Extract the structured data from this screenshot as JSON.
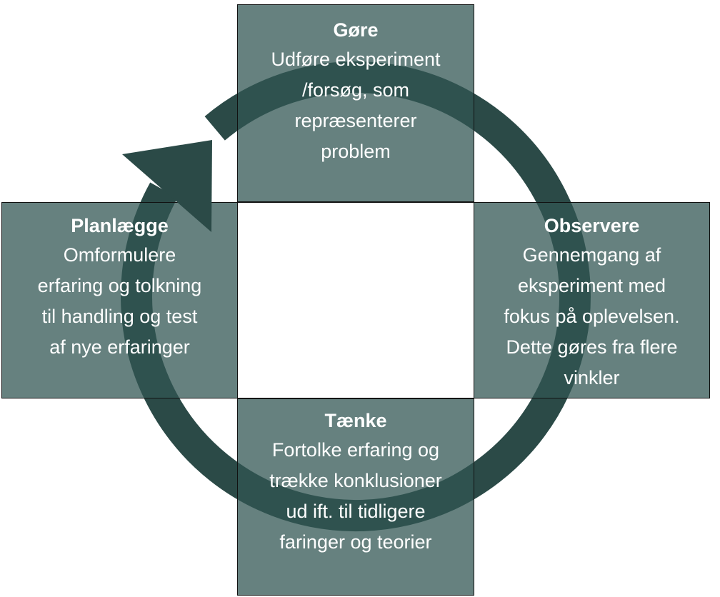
{
  "colors": {
    "ring": "#2b4a47",
    "box_fill": "#315552",
    "box_border": "#111111",
    "text": "#ffffff"
  },
  "boxes": {
    "gore": {
      "title": "Gøre",
      "text": "Udføre eksperiment\n/forsøg, som\nrepræsenterer\nproblem"
    },
    "observere": {
      "title": "Observere",
      "text": "Gennemgang af\neksperiment med\nfokus på oplevelsen.\nDette gøres fra flere\nvinkler"
    },
    "taenke": {
      "title": "Tænke",
      "text": "Fortolke erfaring og\ntrække konklusioner\nud ift. til tidligere\nfaringer og teorier"
    },
    "planlaegge": {
      "title": "Planlægge",
      "text": "Omformulere\nerfaring og tolkning\ntil handling og test\naf nye erfaringer"
    }
  }
}
